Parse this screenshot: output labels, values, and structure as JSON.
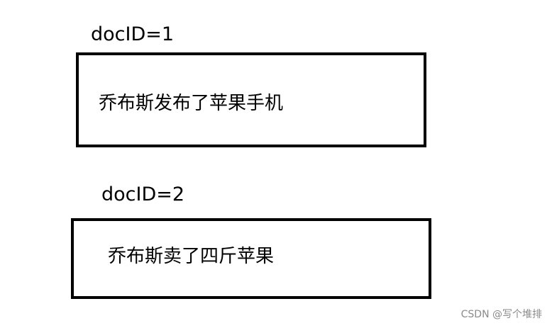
{
  "documents": [
    {
      "id_label": "docID=1",
      "content": "乔布斯发布了苹果手机"
    },
    {
      "id_label": "docID=2",
      "content": "乔布斯卖了四斤苹果"
    }
  ],
  "watermark": "CSDN @写个堆排"
}
